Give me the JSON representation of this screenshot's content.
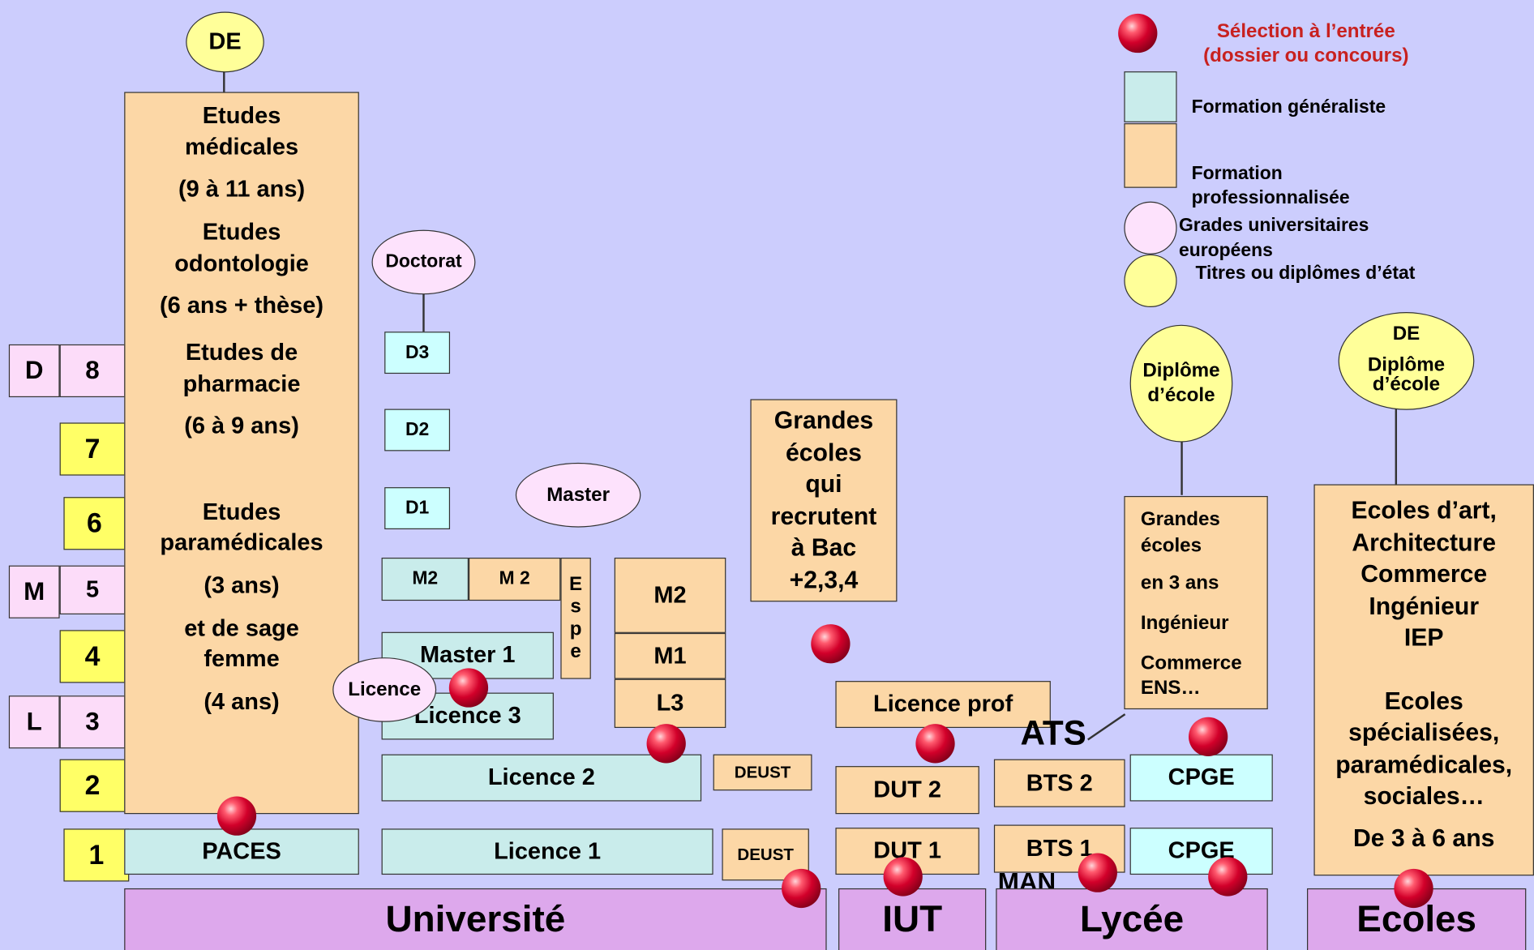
{
  "legend": {
    "selection": "Sélection à l’entrée\n(dossier ou concours)",
    "generaliste": "Formation généraliste",
    "professionnalisee": "Formation\nprofessionnalisée",
    "grades": "Grades universitaires\neuropéens",
    "titres": "Titres ou diplômes d’état"
  },
  "colors": {
    "background": "#cccdfd",
    "generaliste": "#c9eceb",
    "professionnalisee": "#fcd7a6",
    "grades": "#fde2fc",
    "titres": "#ffff99",
    "level_yellow": "#ffff66",
    "base": "#dda8ec",
    "selection": "#d2002a"
  },
  "bases": {
    "universite": "Université",
    "iut": "IUT",
    "lycee": "Lycée",
    "ecoles": "Ecoles"
  },
  "levels": {
    "d": "D",
    "d8": "8",
    "l7": "7",
    "l6": "6",
    "m": "M",
    "m5": "5",
    "l4": "4",
    "l": "L",
    "l3": "3",
    "l2": "2",
    "l1": "1"
  },
  "sante": {
    "de": "DE",
    "medicales": "Etudes\nmédicales",
    "medicales_duree": "(9 à 11 ans)",
    "odonto": "Etudes\nodontologie",
    "odonto_duree": "(6 ans + thèse)",
    "pharma": "Etudes de\npharmacie",
    "pharma_duree": "(6 à 9 ans)",
    "paramed": "Etudes\nparamédicales",
    "paramed_duree": "(3 ans)",
    "sage": "et de sage\nfemme",
    "sage_duree": "(4 ans)",
    "paces": "PACES"
  },
  "universite": {
    "doctorat": "Doctorat",
    "d3": "D3",
    "d2": "D2",
    "d1": "D1",
    "master": "Master",
    "m2": "M2",
    "m2_espe": "M 2",
    "espe": "Espe",
    "master1": "Master 1",
    "licence": "Licence",
    "licence3": "Licence 3",
    "licence2": "Licence 2",
    "licence1": "Licence 1",
    "deust_top": "DEUST",
    "deust_bottom": "DEUST",
    "m2_b": "M2",
    "m1_b": "M1",
    "l3_b": "L3"
  },
  "grandes_ecoles": "Grandes\nécoles\nqui\nrecrutent\nà Bac\n+2,3,4",
  "iut": {
    "licence_prof": "Licence prof",
    "dut2": "DUT 2",
    "dut1": "DUT 1"
  },
  "lycee": {
    "ats": "ATS",
    "bts2": "BTS 2",
    "bts1": "BTS 1",
    "man": "MAN",
    "cpge_top": "CPGE",
    "cpge_bottom": "CPGE",
    "diplome_ecole": "Diplôme\nd’école",
    "grandes_ecoles_3ans": [
      "Grandes\nécoles",
      "en 3 ans",
      "Ingénieur",
      "Commerce\nENS…"
    ]
  },
  "ecoles": {
    "de": "DE",
    "diplome_ecole": "Diplôme\nd’école",
    "text1": "Ecoles  d’art,\nArchitecture\nCommerce\nIngénieur\nIEP",
    "text2": "Ecoles\nspécialisées,\nparamédicales,\nsociales…",
    "text3": "De 3 à 6 ans"
  }
}
